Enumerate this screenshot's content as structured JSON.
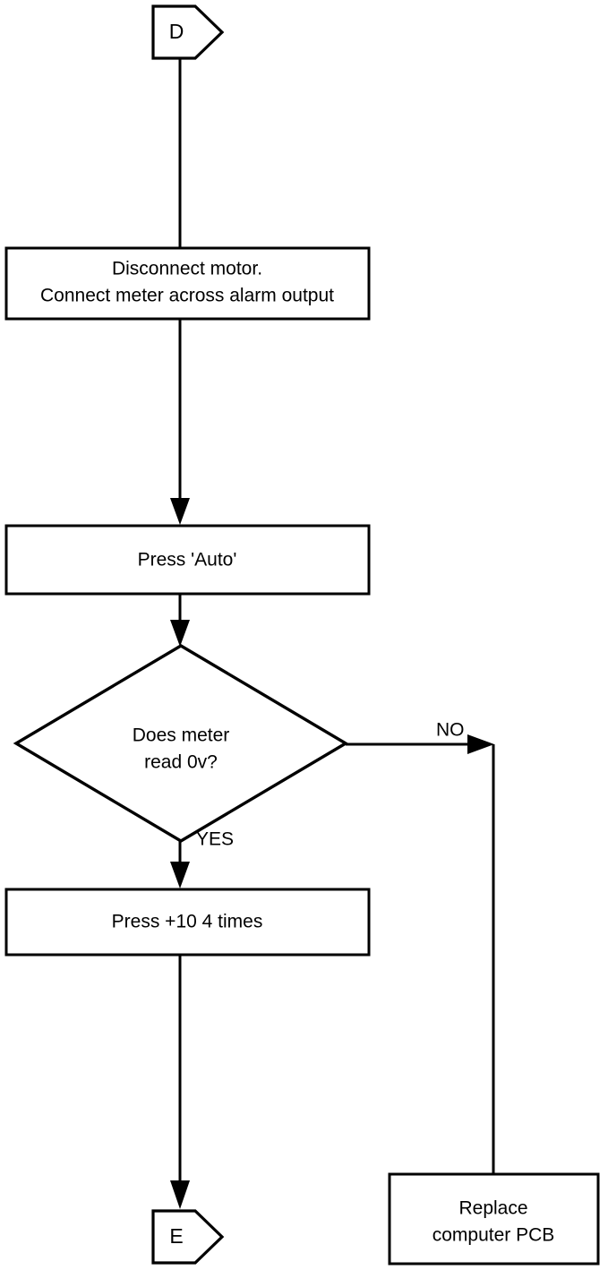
{
  "diagram": {
    "type": "flowchart",
    "title": "Alarm output troubleshooting flowchart",
    "background_color": "#ffffff",
    "line_color": "#000000"
  },
  "nodes": {
    "start_connector": {
      "shape": "pentagon-connector",
      "label": "D"
    },
    "process_disconnect": {
      "shape": "rectangle",
      "line1": "Disconnect motor.",
      "line2": "Connect meter across alarm output"
    },
    "process_press_auto": {
      "shape": "rectangle",
      "line1": "Press 'Auto'"
    },
    "decision_meter": {
      "shape": "diamond",
      "line1": "Does meter",
      "line2": "read 0v?"
    },
    "process_press_plus10": {
      "shape": "rectangle",
      "line1": "Press +10 4 times"
    },
    "process_replace_pcb": {
      "shape": "rectangle",
      "line1": "Replace",
      "line2": "computer PCB"
    },
    "end_connector": {
      "shape": "pentagon-connector",
      "label": "E"
    }
  },
  "edges": {
    "yes_label": "YES",
    "no_label": "NO"
  }
}
